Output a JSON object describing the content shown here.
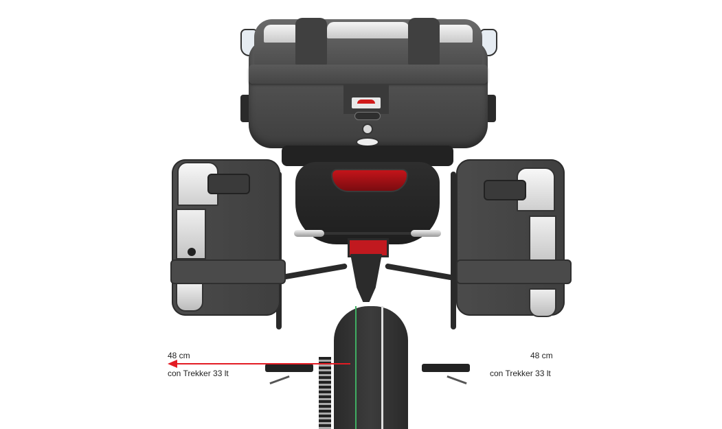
{
  "image": {
    "subject": "Motorcycle rear view with top case and two side cases mounted on side-case carriers",
    "background": "#ffffff"
  },
  "annotations": {
    "left": {
      "measurement": "48 cm",
      "description": "con Trekker 33 lt",
      "arrow_color": "#e31b23",
      "arrow_direction": "left"
    },
    "right": {
      "measurement": "48 cm",
      "description": "con Trekker 33 lt"
    }
  },
  "colors": {
    "case_grey": "#4a4a4a",
    "reflector": "#e6e6e6",
    "taillight_red": "#c4141a",
    "tire_stripe_green": "#3fae62",
    "dimension_red": "#e31b23"
  }
}
